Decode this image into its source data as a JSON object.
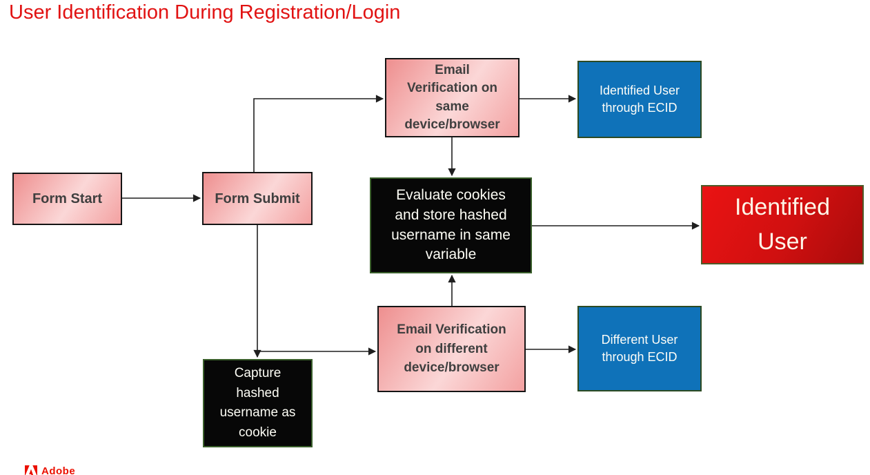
{
  "title": "User Identification During Registration/Login",
  "nodes": [
    {
      "id": "form-start",
      "label": "Form Start",
      "style": "pink"
    },
    {
      "id": "form-submit",
      "label": "Form Submit",
      "style": "pink"
    },
    {
      "id": "email-verification-same-device",
      "label": "Email\nVerification on\nsame\ndevice/browser",
      "style": "pink"
    },
    {
      "id": "identified-user-through-ecid",
      "label": "Identified User\nthrough ECID",
      "style": "blue"
    },
    {
      "id": "evaluate-cookies",
      "label": "Evaluate cookies\nand store hashed\nusername in same\nvariable",
      "style": "black"
    },
    {
      "id": "identified-user",
      "label": "Identified\nUser",
      "style": "red"
    },
    {
      "id": "email-verification-different-device",
      "label": "Email Verification\non different\ndevice/browser",
      "style": "pink"
    },
    {
      "id": "different-user-through-ecid",
      "label": "Different User\nthrough ECID",
      "style": "blue"
    },
    {
      "id": "capture-hashed-username",
      "label": "Capture\nhashed\nusername as\ncookie",
      "style": "black"
    }
  ],
  "colors": {
    "title_red": "#e11212",
    "pink_gradient_start": "#ee8f8f",
    "pink_gradient_mid": "#fbd7d7",
    "pink_gradient_end": "#f3a1a1",
    "blue_fill": "#0f72b9",
    "black_fill": "#070707",
    "red_gradient_start": "#ea1313",
    "red_gradient_end": "#a80b0b",
    "connector_black": "#1f1f1f",
    "adobe_red": "#eb1000"
  },
  "footer": {
    "wordmark": "Adobe"
  }
}
